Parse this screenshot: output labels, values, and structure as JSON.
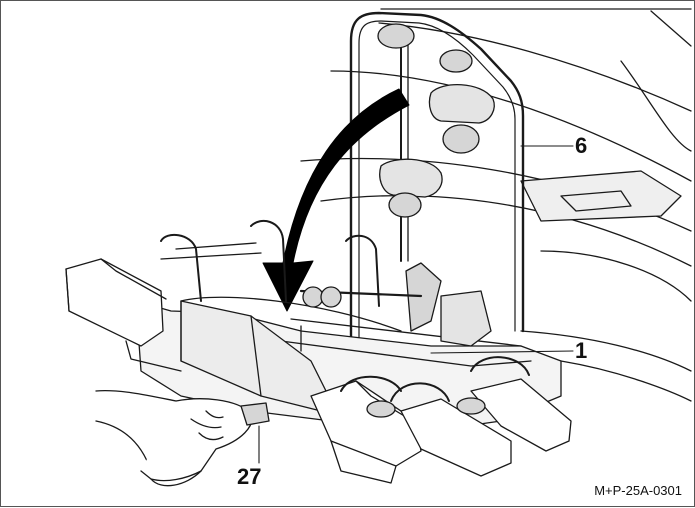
{
  "figure": {
    "callouts": {
      "item_6": "6",
      "item_1": "1",
      "item_27": "27"
    },
    "code": "M+P-25A-0301"
  },
  "colors": {
    "line": "#1a1a1a",
    "shade": "#d6d6d6",
    "arrow": "#000000"
  }
}
